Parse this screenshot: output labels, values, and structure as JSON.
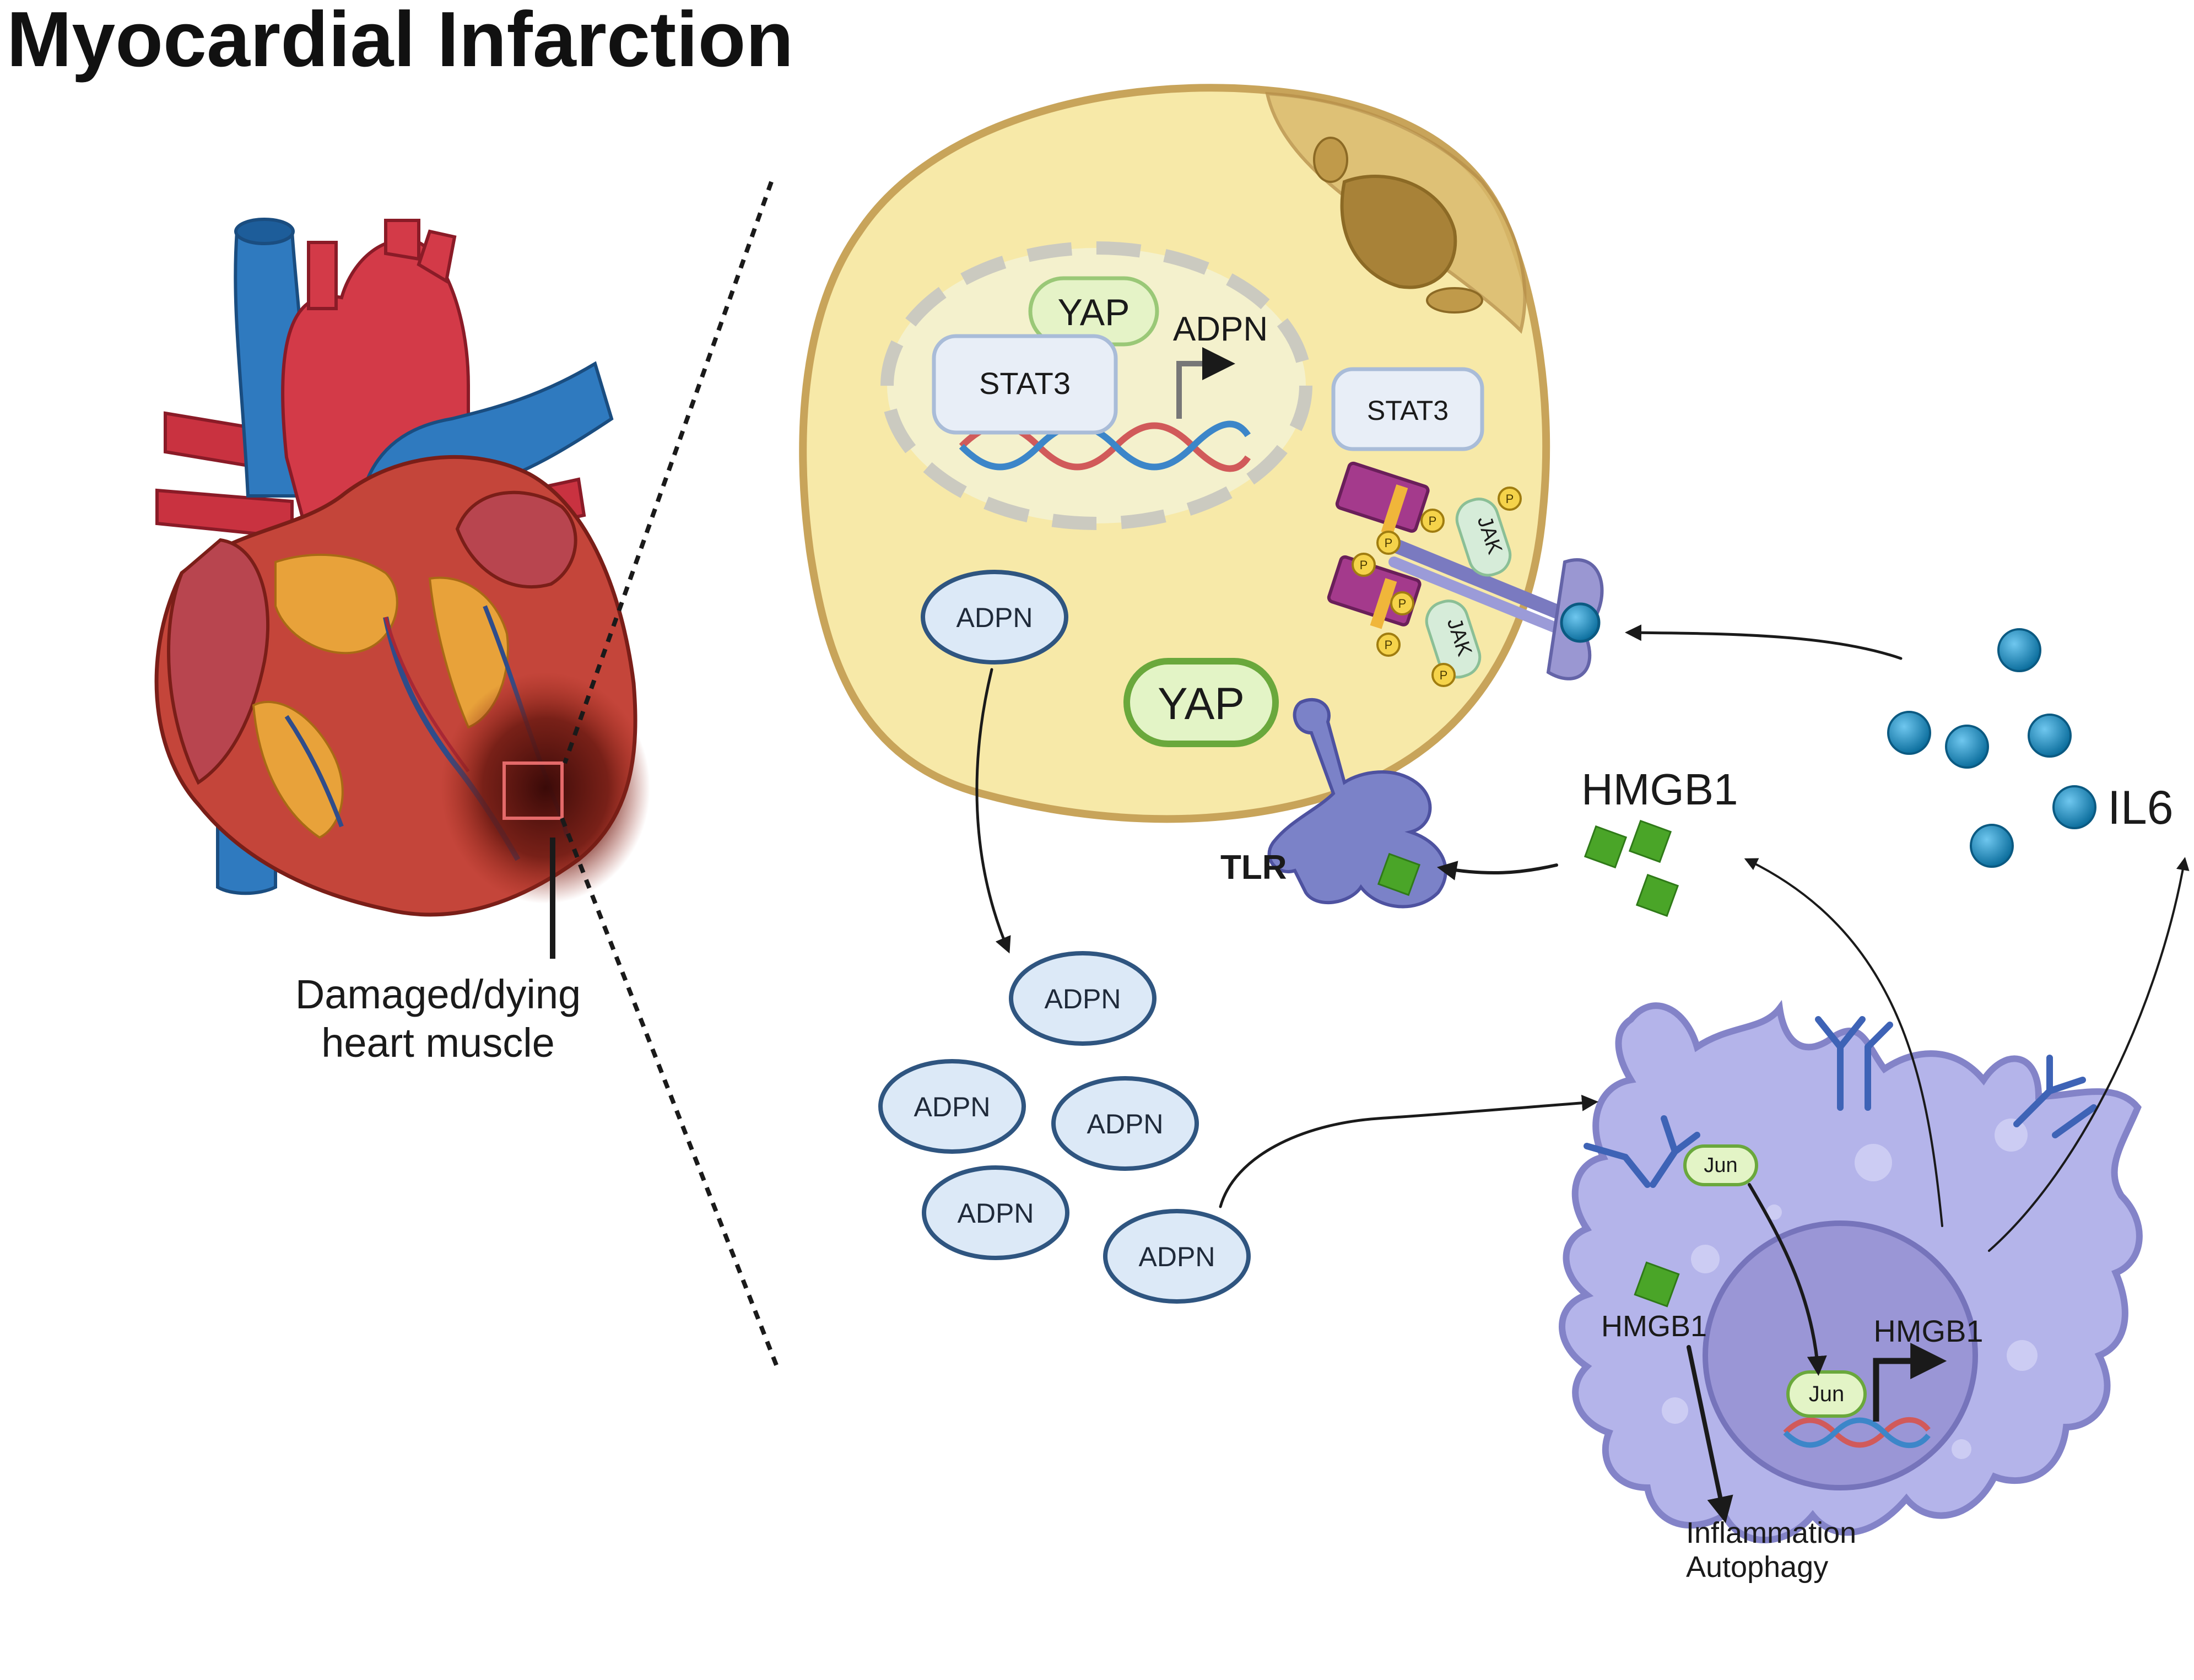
{
  "title": "Myocardial Infarction",
  "heart": {
    "damage_label_line1": "Damaged/dying",
    "damage_label_line2": "heart muscle"
  },
  "cardiomyocyte": {
    "nucleus_yap": "YAP",
    "nucleus_stat3": "STAT3",
    "gene_adpn": "ADPN",
    "cyto_stat3": "STAT3",
    "cyto_yap": "YAP",
    "cyto_adpn": "ADPN",
    "jak_top": "JAK",
    "jak_bottom": "JAK",
    "phospho": "P",
    "tlr": "TLR"
  },
  "secreted_adpn": [
    "ADPN",
    "ADPN",
    "ADPN",
    "ADPN",
    "ADPN"
  ],
  "hmgb1_label": "HMGB1",
  "il6_label": "IL6",
  "macrophage": {
    "jun_cyto": "Jun",
    "jun_nucleus": "Jun",
    "hmgb1_gene": "HMGB1",
    "hmgb1_cyto": "HMGB1",
    "outcome_line1": "Inflammation",
    "outcome_line2": "Autophagy"
  },
  "colors": {
    "cell_fill": "#f7e9a8",
    "cell_border": "#c8a45a",
    "macrophage_fill": "#b4b4ea",
    "macrophage_border": "#8383c8",
    "adpn_fill": "#dce9f7",
    "adpn_border": "#2f5580",
    "hmgb1_green": "#4aa528",
    "il6_blue": "#1788bd",
    "yap_fill": "#e3f4c6",
    "yap_border": "#6aa83c"
  }
}
